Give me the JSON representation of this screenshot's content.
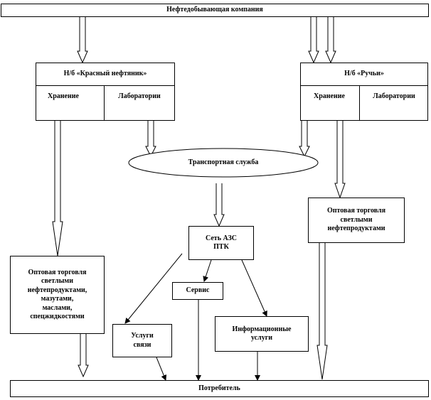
{
  "top_bar": {
    "label": "Нефтедобывающая компания"
  },
  "depot_left": {
    "title": "Н/б «Красный нефтяник»",
    "storage": "Хранение",
    "labs": "Лаборатории"
  },
  "depot_right": {
    "title": "Н/б «Ручьи»",
    "storage": "Хранение",
    "labs": "Лаборатории"
  },
  "transport": {
    "label": "Транспортная служба"
  },
  "gas_network": {
    "label": "Сеть АЗС\nПТК"
  },
  "wholesale_light": {
    "label": "Оптовая торговля\nсветлыми\nнефтепродуктами"
  },
  "wholesale_mixed": {
    "label": "Оптовая торговля\nсветлыми\nнефтепродуктами,\nмазутами,\nмаслами,\nспецжидкостями"
  },
  "service": {
    "label": "Сервис"
  },
  "comm_services": {
    "label": "Услуги\nсвязи"
  },
  "info_services": {
    "label": "Информационные\nуслуги"
  },
  "consumer": {
    "label": "Потребитель"
  }
}
